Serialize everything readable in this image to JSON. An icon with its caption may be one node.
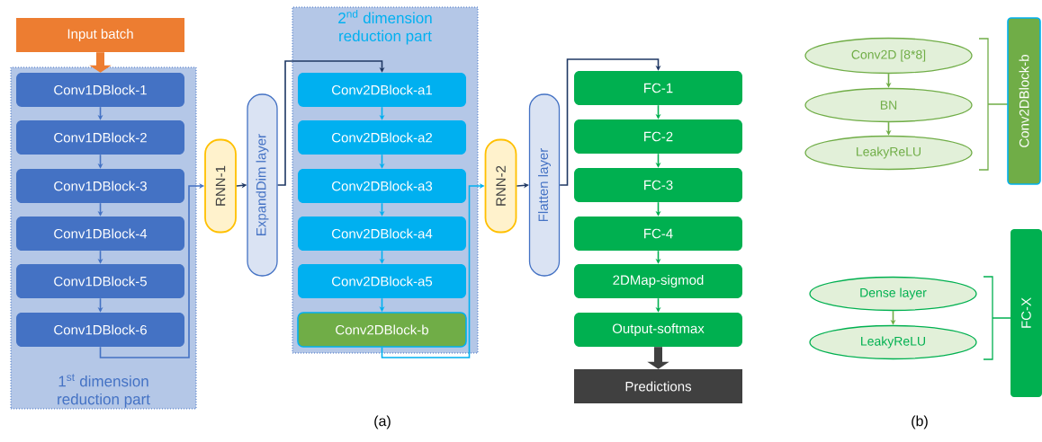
{
  "diagram": {
    "nodes": [
      {
        "text": [
          "Input batch"
        ]
      },
      {
        "text": [
          "1$^{st}$ dimension reduction part"
        ]
      },
      {
        "text": [
          "Conv1DBlock-1"
        ],
        "in": 1
      },
      {
        "text": [
          "Conv1DBlock-2"
        ],
        "in": 1
      },
      {
        "text": [
          "Conv1DBlock-3"
        ],
        "in": 1
      },
      {
        "text": [
          "Conv1DBlock-4"
        ],
        "in": 1
      },
      {
        "text": [
          "Conv1DBlock-5"
        ],
        "in": 1
      },
      {
        "text": [
          "Conv1DBlock-6"
        ],
        "in": 1
      },
      {
        "text": [
          "RNN-1"
        ]
      },
      {
        "text": [
          "ExpandDim layer"
        ]
      },
      {
        "text": [
          "2$^{nd}$ dimension reduction part"
        ]
      },
      {
        "text": [
          "Conv2DBlock-a1"
        ],
        "in": 10
      },
      {
        "text": [
          "Conv2DBlock-a2"
        ],
        "in": 10
      },
      {
        "text": [
          "Conv2DBlock-a3"
        ],
        "in": 10
      },
      {
        "text": [
          "Conv2DBlock-a4"
        ],
        "in": 10
      },
      {
        "text": [
          "Conv2DBlock-a5"
        ],
        "in": 10
      },
      {
        "text": [
          "Conv2DBlock-b"
        ],
        "in": 10
      },
      {
        "text": [
          "RNN-2"
        ]
      },
      {
        "text": [
          "Flatten layer"
        ]
      },
      {
        "text": [
          "FC-1"
        ]
      },
      {
        "text": [
          "FC-2"
        ]
      },
      {
        "text": [
          "FC-3"
        ]
      },
      {
        "text": [
          "FC-4"
        ]
      },
      {
        "text": [
          "2DMap-sigmod"
        ]
      },
      {
        "text": [
          "Output-softmax"
        ]
      },
      {
        "text": [
          "Predictions"
        ]
      },
      {
        "text": [
          "Conv2D [8*8]"
        ]
      },
      {
        "text": [
          "BN"
        ]
      },
      {
        "text": [
          "LeakyReLU"
        ]
      },
      {
        "text": [
          "Conv2DBlock-b"
        ]
      },
      {
        "text": [
          "Dense layer"
        ]
      },
      {
        "text": [
          "LeakyReLU"
        ]
      },
      {
        "text": [
          "FC-X"
        ]
      }
    ],
    "edges": [
      {
        "from": 0,
        "to": 2,
        "arrow": "to",
        "style": "thick",
        "color": "#ed7d31"
      },
      {
        "from": 2,
        "to": 3,
        "arrow": "to",
        "color": "#4472c4"
      },
      {
        "from": 3,
        "to": 4,
        "arrow": "to",
        "color": "#4472c4"
      },
      {
        "from": 4,
        "to": 5,
        "arrow": "to",
        "color": "#4472c4"
      },
      {
        "from": 5,
        "to": 6,
        "arrow": "to",
        "color": "#4472c4"
      },
      {
        "from": 6,
        "to": 7,
        "arrow": "to",
        "color": "#4472c4"
      },
      {
        "from": 7,
        "to": 8,
        "arrow": "to",
        "color": "#4472c4"
      },
      {
        "from": 8,
        "to": 9,
        "arrow": "to",
        "color": "#1f3864"
      },
      {
        "from": 9,
        "to": 11,
        "arrow": "to",
        "color": "#1f3864"
      },
      {
        "from": 11,
        "to": 12,
        "arrow": "to",
        "color": "#00b0f0"
      },
      {
        "from": 12,
        "to": 13,
        "arrow": "to",
        "color": "#00b0f0"
      },
      {
        "from": 13,
        "to": 14,
        "arrow": "to",
        "color": "#00b0f0"
      },
      {
        "from": 14,
        "to": 15,
        "arrow": "to",
        "color": "#00b0f0"
      },
      {
        "from": 15,
        "to": 16,
        "arrow": "to",
        "color": "#00b0f0"
      },
      {
        "from": 16,
        "to": 17,
        "arrow": "to",
        "color": "#00b0f0"
      },
      {
        "from": 17,
        "to": 18,
        "arrow": "to",
        "color": "#1f3864"
      },
      {
        "from": 18,
        "to": 19,
        "arrow": "to",
        "color": "#1f3864"
      },
      {
        "from": 19,
        "to": 20,
        "arrow": "to",
        "color": "#00b050"
      },
      {
        "from": 20,
        "to": 21,
        "arrow": "to",
        "color": "#00b050"
      },
      {
        "from": 21,
        "to": 22,
        "arrow": "to",
        "color": "#00b050"
      },
      {
        "from": 22,
        "to": 23,
        "arrow": "to",
        "color": "#00b050"
      },
      {
        "from": 23,
        "to": 24,
        "arrow": "to",
        "color": "#00b050"
      },
      {
        "from": 24,
        "to": 25,
        "arrow": "to",
        "style": "thick",
        "color": "#404040"
      },
      {
        "from": 26,
        "to": 27,
        "arrow": "to",
        "color": "#70ad47"
      },
      {
        "from": 27,
        "to": 28,
        "arrow": "to",
        "color": "#70ad47"
      },
      {
        "from": 30,
        "to": 31,
        "arrow": "to",
        "color": "#70ad47"
      }
    ],
    "labels": [
      "(a)",
      "(b)"
    ]
  }
}
